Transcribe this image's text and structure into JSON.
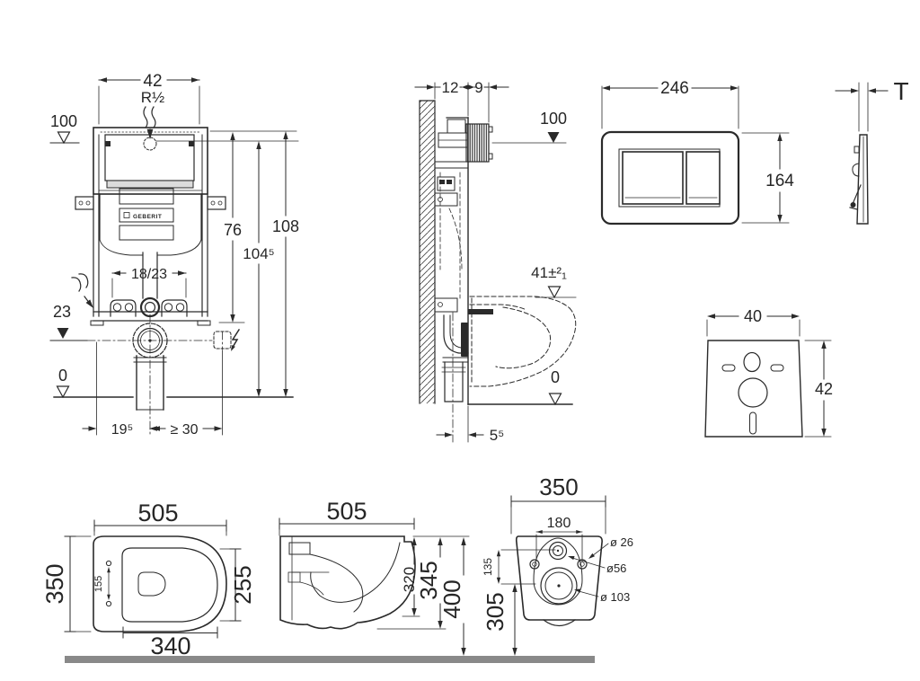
{
  "page": {
    "background": "#ffffff",
    "line_color": "#2a2a2a",
    "floor_bar_color": "#898989"
  },
  "cistern_front": {
    "dim_width": "42",
    "supply_thread": "R½",
    "level_100": "100",
    "dim_76": "76",
    "dim_108": "108",
    "dim_104_5": "104⁵",
    "dim_feet": "18/23",
    "level_23": "23",
    "level_0": "0",
    "dim_19_5": "19⁵",
    "dim_min_30": "≥ 30",
    "brand": "GEBERIT"
  },
  "cistern_side": {
    "dim_12": "12",
    "dim_9": "9",
    "level_100": "100",
    "dim_seat_height": "41±²₁",
    "level_0": "0",
    "dim_5_5": "5⁵"
  },
  "flush_plate": {
    "dim_width": "246",
    "dim_height": "164",
    "dim_thickness": "T"
  },
  "sound_pad": {
    "dim_width": "40",
    "dim_height": "42"
  },
  "bowl_top": {
    "dim_width": "505",
    "dim_depth": "350",
    "dim_seat_depth": "255",
    "dim_seat_width": "340",
    "dim_hinge_spacing": "155"
  },
  "bowl_side": {
    "dim_width": "505",
    "dim_inner_height": "320",
    "dim_height": "345",
    "dim_total_height": "400"
  },
  "bowl_back": {
    "dim_width": "350",
    "dim_hole_spacing": "180",
    "dim_inlet_offset": "135",
    "dim_outlet_height": "305",
    "dia_fixing": "ø 26",
    "dia_inlet": "ø56",
    "dia_outlet": "ø 103"
  }
}
